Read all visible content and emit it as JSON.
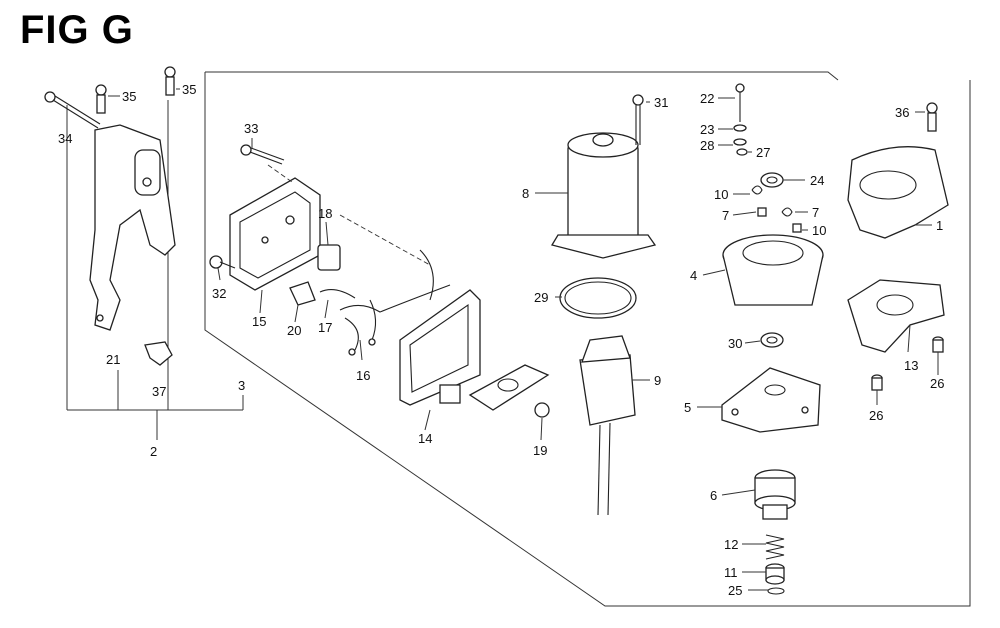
{
  "title": "FIG G",
  "callouts": [
    "1",
    "2",
    "3",
    "4",
    "5",
    "6",
    "7",
    "7",
    "8",
    "9",
    "10",
    "10",
    "11",
    "12",
    "13",
    "14",
    "15",
    "16",
    "17",
    "18",
    "19",
    "20",
    "21",
    "22",
    "23",
    "24",
    "25",
    "26",
    "26",
    "27",
    "28",
    "29",
    "30",
    "31",
    "32",
    "33",
    "34",
    "35",
    "35",
    "36",
    "37"
  ]
}
